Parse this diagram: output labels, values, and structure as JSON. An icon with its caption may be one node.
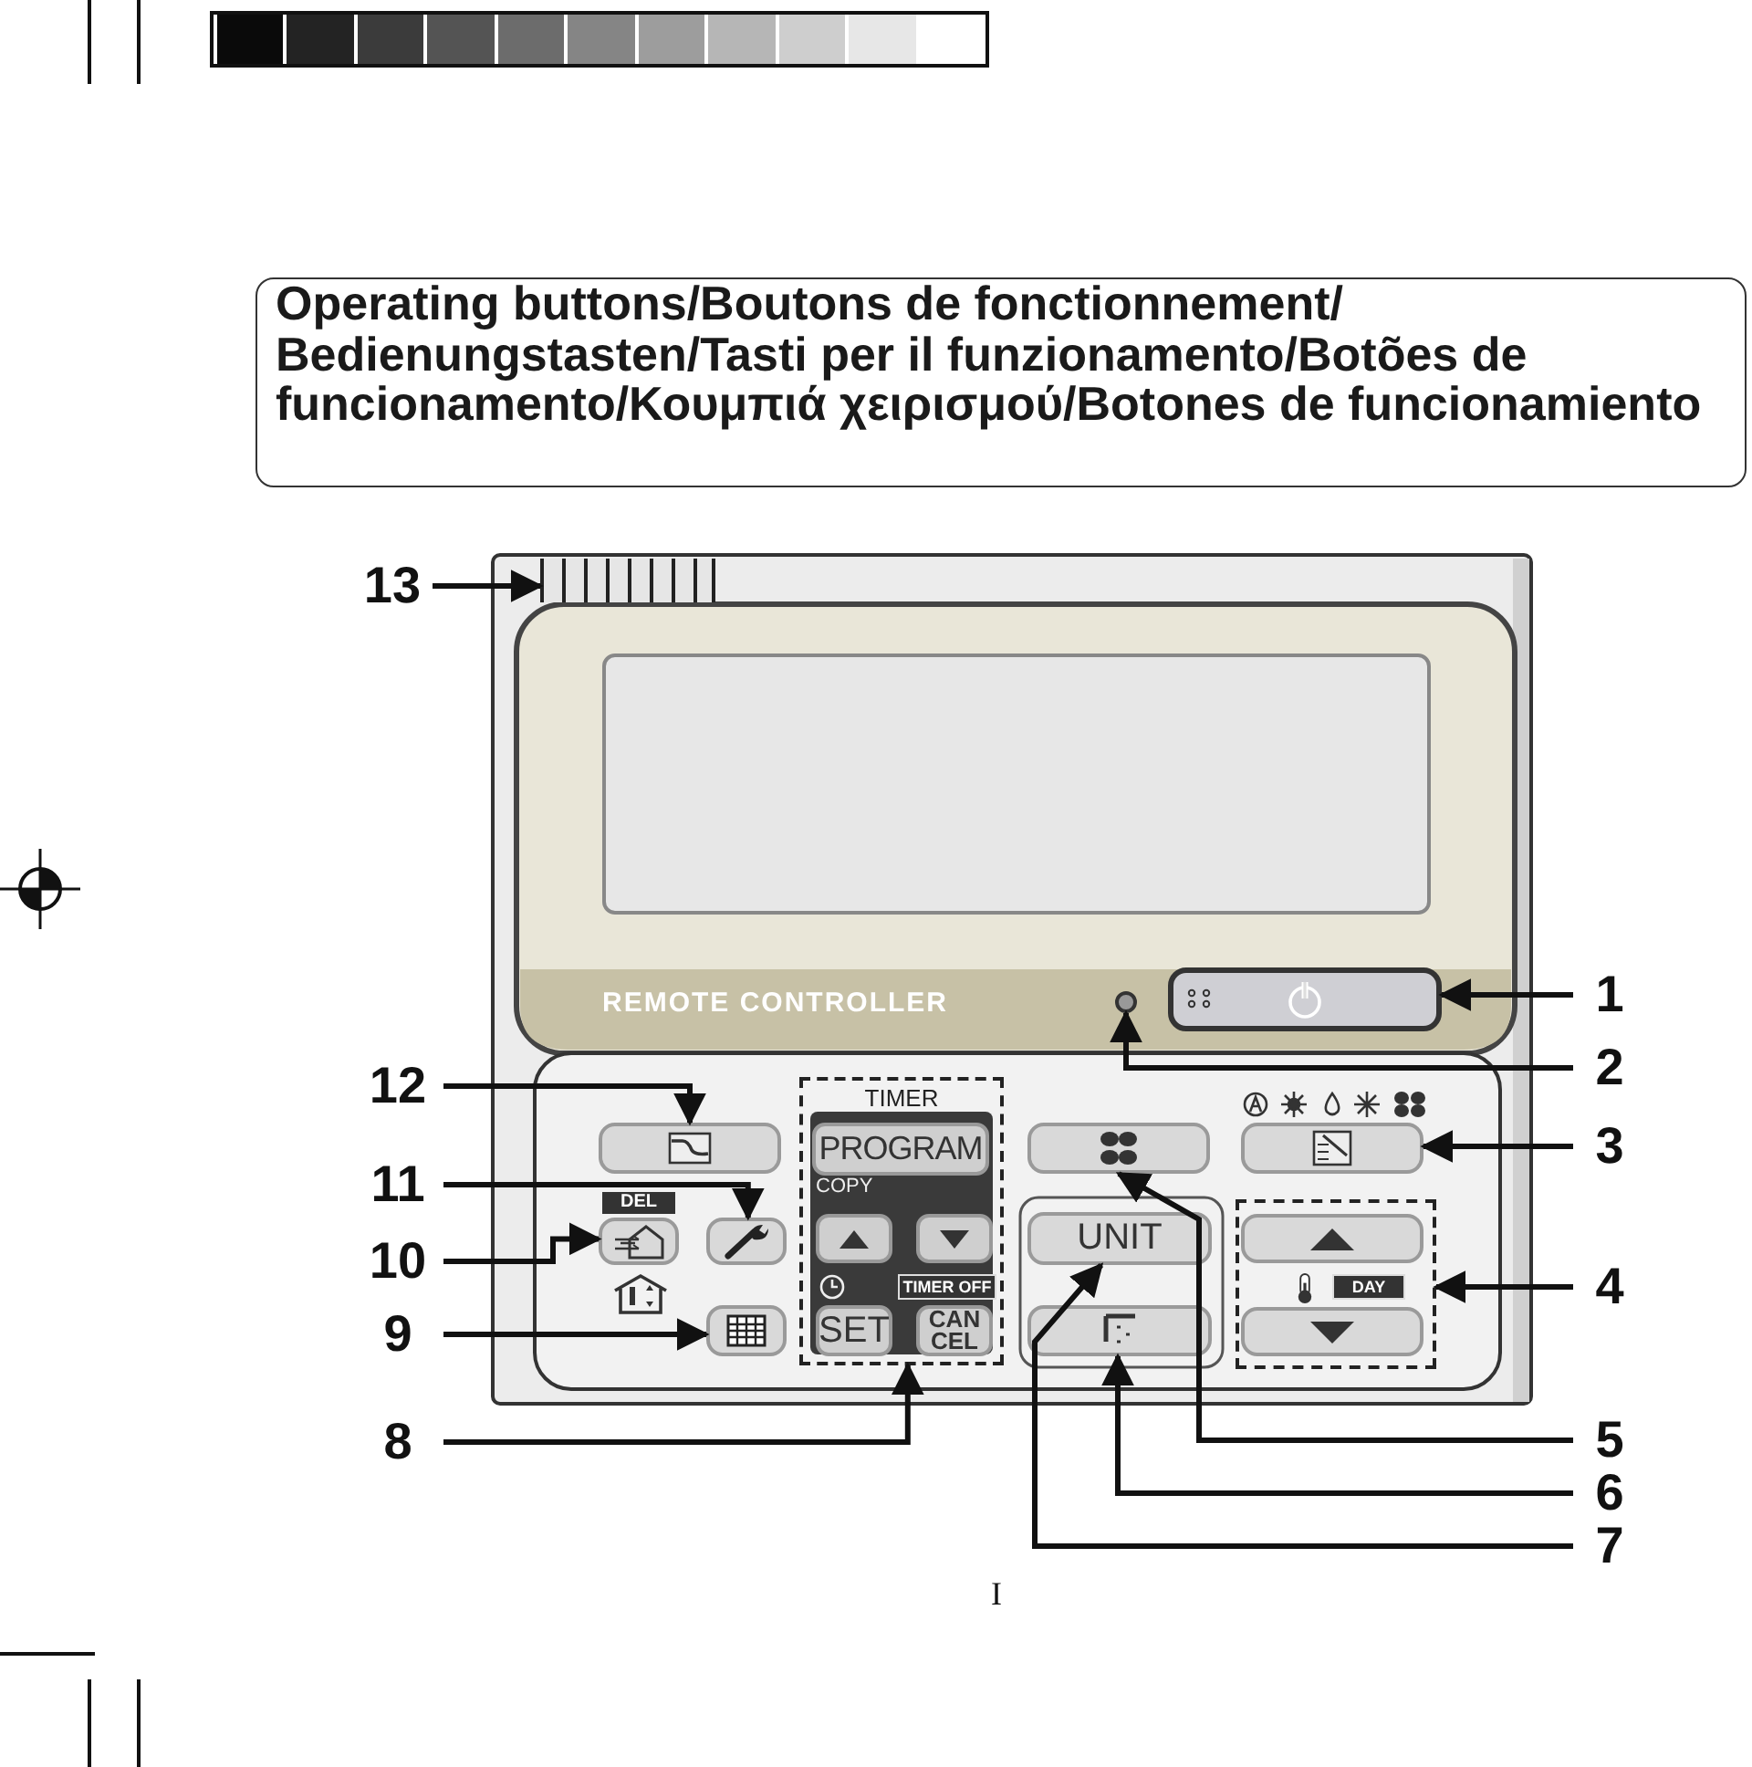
{
  "diagram": {
    "title": "Operating buttons/Boutons de fonctionnement/ Bedienungstasten/Tasti per il funzionamento/Botões de funcionamento/Κουμπιά χειρισμού/Botones de funcionamiento",
    "nodes": [
      {
        "text": [
          "13"
        ]
      },
      {
        "text": [],
        "shape": "grille"
      },
      {
        "text": [
          "1"
        ]
      },
      {
        "text": [],
        "shape": "box"
      },
      {
        "text": [],
        "shape": "circle"
      },
      {
        "text": [
          "2"
        ]
      },
      {
        "text": [
          "12"
        ]
      },
      {
        "text": [],
        "shape": "box"
      },
      {
        "text": [
          "TIMER"
        ]
      },
      {
        "text": [
          "PROGRAM"
        ],
        "in": 8
      },
      {
        "text": [],
        "shape": "box",
        "in": 8
      },
      {
        "text": [],
        "shape": "box",
        "in": 8
      },
      {
        "text": [
          "TIMER OFF"
        ],
        "in": 8
      },
      {
        "text": [
          "SET"
        ],
        "in": 8
      },
      {
        "text": [
          "CAN CEL"
        ],
        "in": 8
      },
      {
        "text": [],
        "shape": "box"
      },
      {
        "text": [],
        "shape": "box"
      },
      {
        "text": [
          "3"
        ]
      },
      {
        "text": [
          "11"
        ]
      },
      {
        "text": [],
        "shape": "box"
      },
      {
        "text": [
          "10"
        ]
      },
      {
        "text": [],
        "shape": "box"
      },
      {
        "text": [
          "UNIT"
        ]
      },
      {
        "text": [],
        "shape": "box"
      },
      {
        "text": [],
        "shape": "box",
        "in": 23
      },
      {
        "text": [
          "DAY"
        ],
        "in": 23
      },
      {
        "text": [],
        "shape": "box",
        "in": 23
      },
      {
        "text": [
          "4"
        ]
      },
      {
        "text": [
          "9"
        ]
      },
      {
        "text": [],
        "shape": "box"
      },
      {
        "text": [],
        "shape": "box"
      },
      {
        "text": [
          "8"
        ]
      },
      {
        "text": [
          "5"
        ]
      },
      {
        "text": [
          "6"
        ]
      },
      {
        "text": [
          "7"
        ]
      }
    ],
    "edges": [
      {
        "from": 0,
        "to": 1,
        "arrow": "to"
      },
      {
        "from": 2,
        "to": 3,
        "arrow": "to"
      },
      {
        "from": 5,
        "to": 4,
        "arrow": "to"
      },
      {
        "from": 6,
        "to": 7,
        "arrow": "to"
      },
      {
        "from": 17,
        "to": 16,
        "arrow": "to"
      },
      {
        "from": 18,
        "to": 19,
        "arrow": "to"
      },
      {
        "from": 20,
        "to": 21,
        "arrow": "to"
      },
      {
        "from": 27,
        "to": 23,
        "arrow": "to"
      },
      {
        "from": 28,
        "to": 29,
        "arrow": "to"
      },
      {
        "from": 31,
        "to": 8,
        "arrow": "to"
      },
      {
        "from": 32,
        "to": 15,
        "arrow": "to"
      },
      {
        "from": 33,
        "to": 30,
        "arrow": "to"
      },
      {
        "from": 34,
        "to": 22,
        "arrow": "to"
      }
    ],
    "labels": [
      "REMOTE CONTROLLER",
      "DEL",
      "COPY",
      "I"
    ]
  }
}
